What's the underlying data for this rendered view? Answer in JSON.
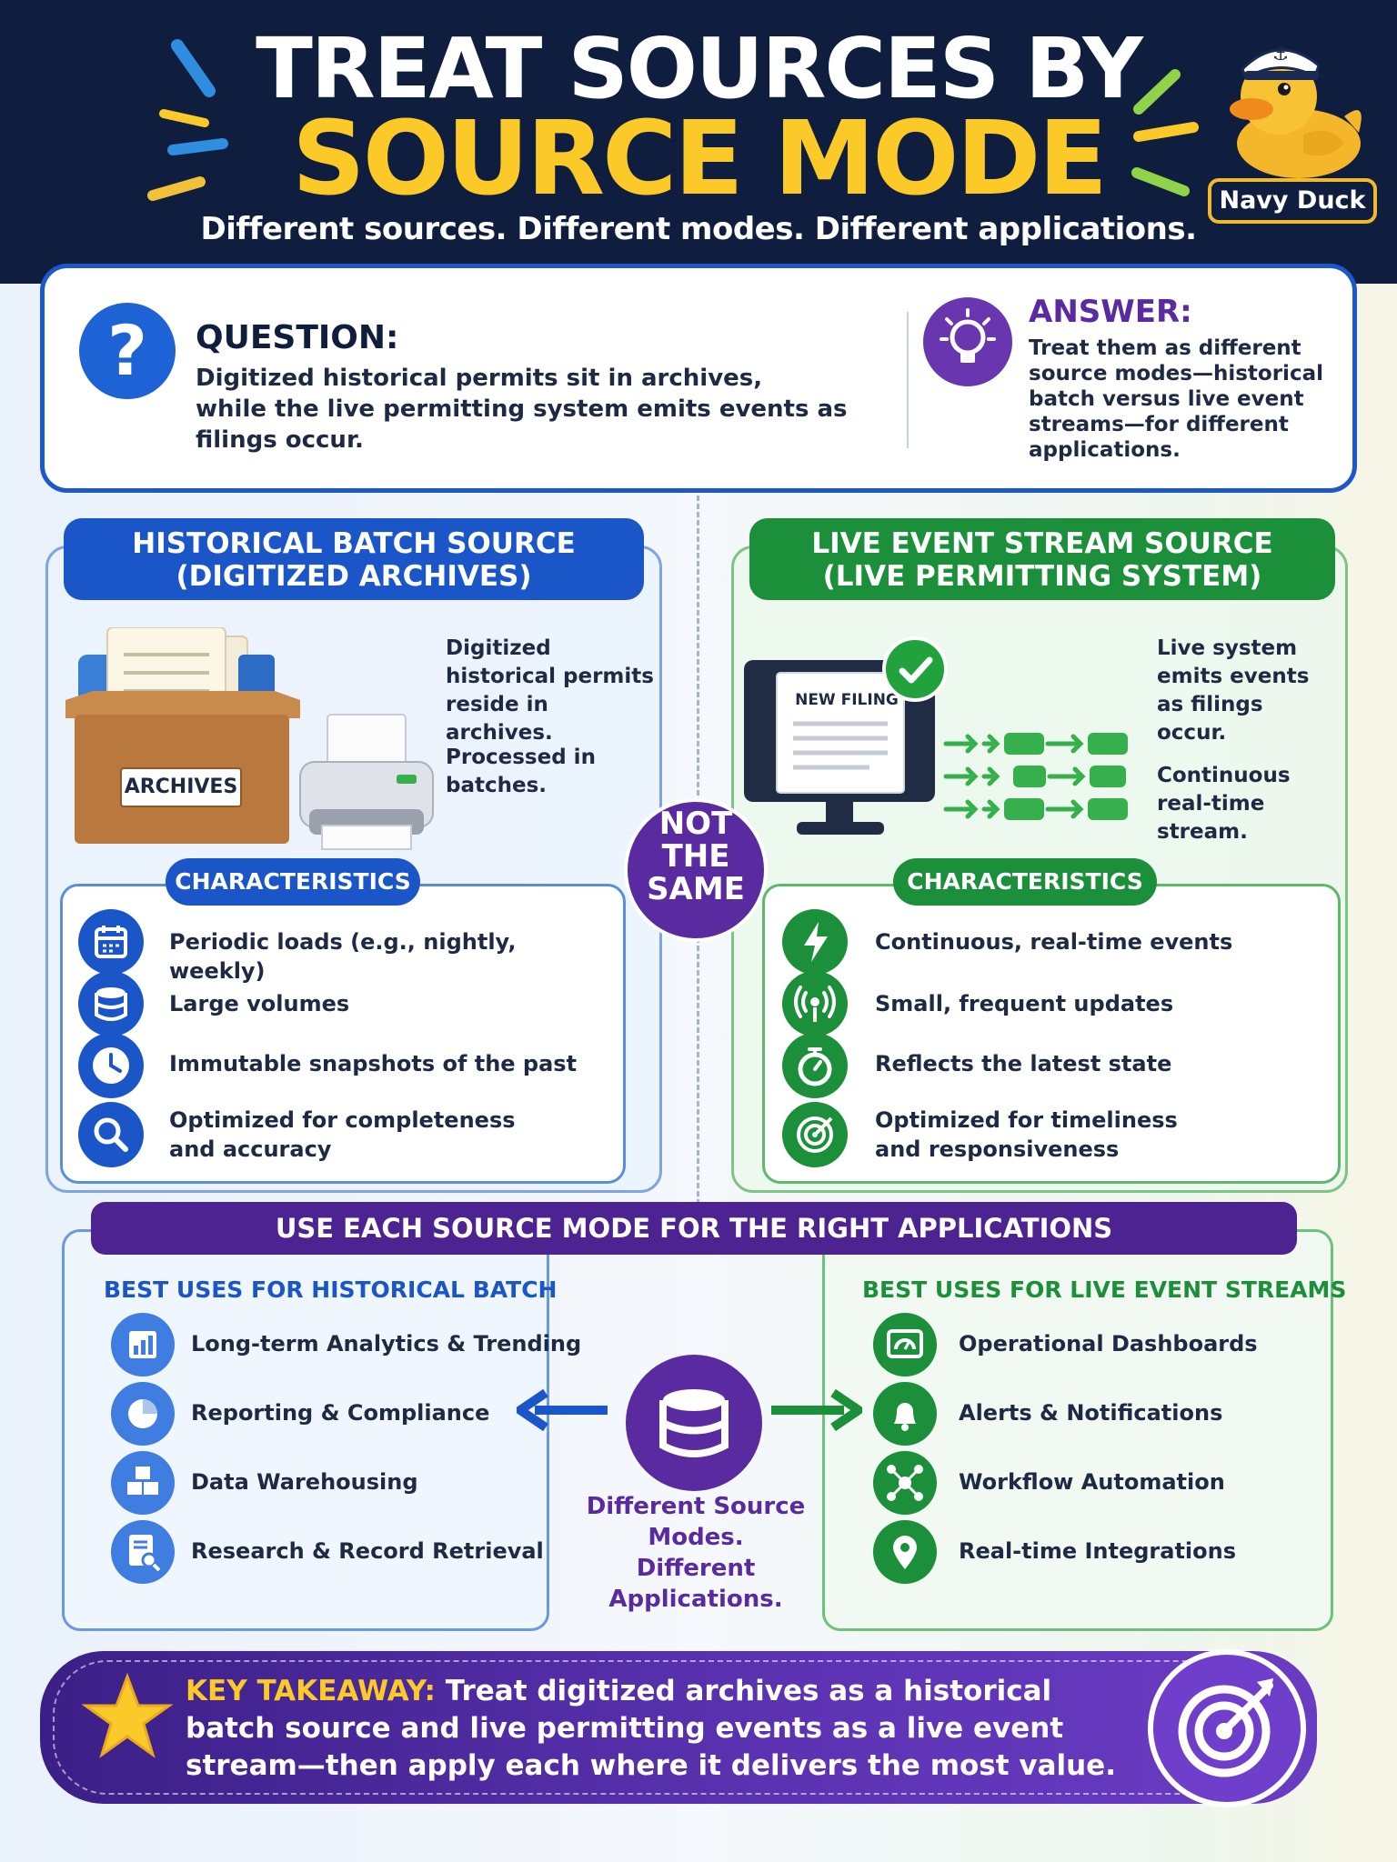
{
  "header": {
    "title_line1": "TREAT SOURCES BY",
    "title_line2": "SOURCE MODE",
    "subtitle": "Different sources. Different modes. Different applications.",
    "mascot_label": "Navy Duck"
  },
  "question": {
    "heading": "QUESTION:",
    "line1": "Digitized historical permits sit in archives,",
    "line2": "while the live permitting system emits events as filings occur."
  },
  "answer": {
    "heading": "ANSWER:",
    "text": "Treat them as different source modes—historical batch versus live event streams—for different applications."
  },
  "historical": {
    "header_line1": "HISTORICAL BATCH SOURCE",
    "header_line2": "(DIGITIZED ARCHIVES)",
    "archive_box_label": "ARCHIVES",
    "desc1": "Digitized historical permits reside in archives.",
    "desc2": "Processed in batches.",
    "characteristics_label": "CHARACTERISTICS",
    "characteristics": [
      {
        "text": "Periodic loads (e.g., nightly, weekly)",
        "icon": "calendar-icon"
      },
      {
        "text": "Large volumes",
        "icon": "database-icon"
      },
      {
        "text": "Immutable snapshots of the past",
        "icon": "clock-icon"
      },
      {
        "text": "Optimized for completeness and accuracy",
        "icon": "magnifier-icon"
      }
    ]
  },
  "live": {
    "header_line1": "LIVE EVENT STREAM SOURCE",
    "header_line2": "(LIVE PERMITTING SYSTEM)",
    "screen_label": "NEW FILING",
    "desc1": "Live system emits events as filings occur.",
    "desc2": "Continuous real-time stream.",
    "characteristics_label": "CHARACTERISTICS",
    "characteristics": [
      {
        "text": "Continuous, real-time events",
        "icon": "lightning-icon"
      },
      {
        "text": "Small, frequent updates",
        "icon": "broadcast-icon"
      },
      {
        "text": "Reflects the latest state",
        "icon": "stopwatch-icon"
      },
      {
        "text": "Optimized for timeliness and responsiveness",
        "icon": "target-icon"
      }
    ]
  },
  "not_same": [
    "NOT",
    "THE",
    "SAME"
  ],
  "uses": {
    "banner": "USE EACH SOURCE MODE FOR THE RIGHT APPLICATIONS",
    "historical_heading": "BEST USES FOR HISTORICAL BATCH",
    "historical_items": [
      {
        "text": "Long-term Analytics & Trending",
        "icon": "bar-chart-icon"
      },
      {
        "text": "Reporting & Compliance",
        "icon": "pie-chart-icon"
      },
      {
        "text": "Data Warehousing",
        "icon": "boxes-icon"
      },
      {
        "text": "Research & Record Retrieval",
        "icon": "document-search-icon"
      }
    ],
    "live_heading": "BEST USES FOR LIVE EVENT STREAMS",
    "live_items": [
      {
        "text": "Operational Dashboards",
        "icon": "dashboard-icon"
      },
      {
        "text": "Alerts & Notifications",
        "icon": "bell-icon"
      },
      {
        "text": "Workflow Automation",
        "icon": "network-icon"
      },
      {
        "text": "Real-time Integrations",
        "icon": "location-pin-icon"
      }
    ],
    "center_text": [
      "Different Source",
      "Modes.",
      "Different",
      "Applications."
    ]
  },
  "takeaway": {
    "key": "KEY TAKEAWAY:",
    "text": " Treat digitized archives as a historical batch source and live permitting events as a live event stream—then apply each where it delivers the most value."
  },
  "colors": {
    "navy": "#0f1d3f",
    "yellow": "#fbc928",
    "blue": "#1b56c9",
    "green": "#1c8f3a",
    "purple": "#5a2aa0"
  }
}
